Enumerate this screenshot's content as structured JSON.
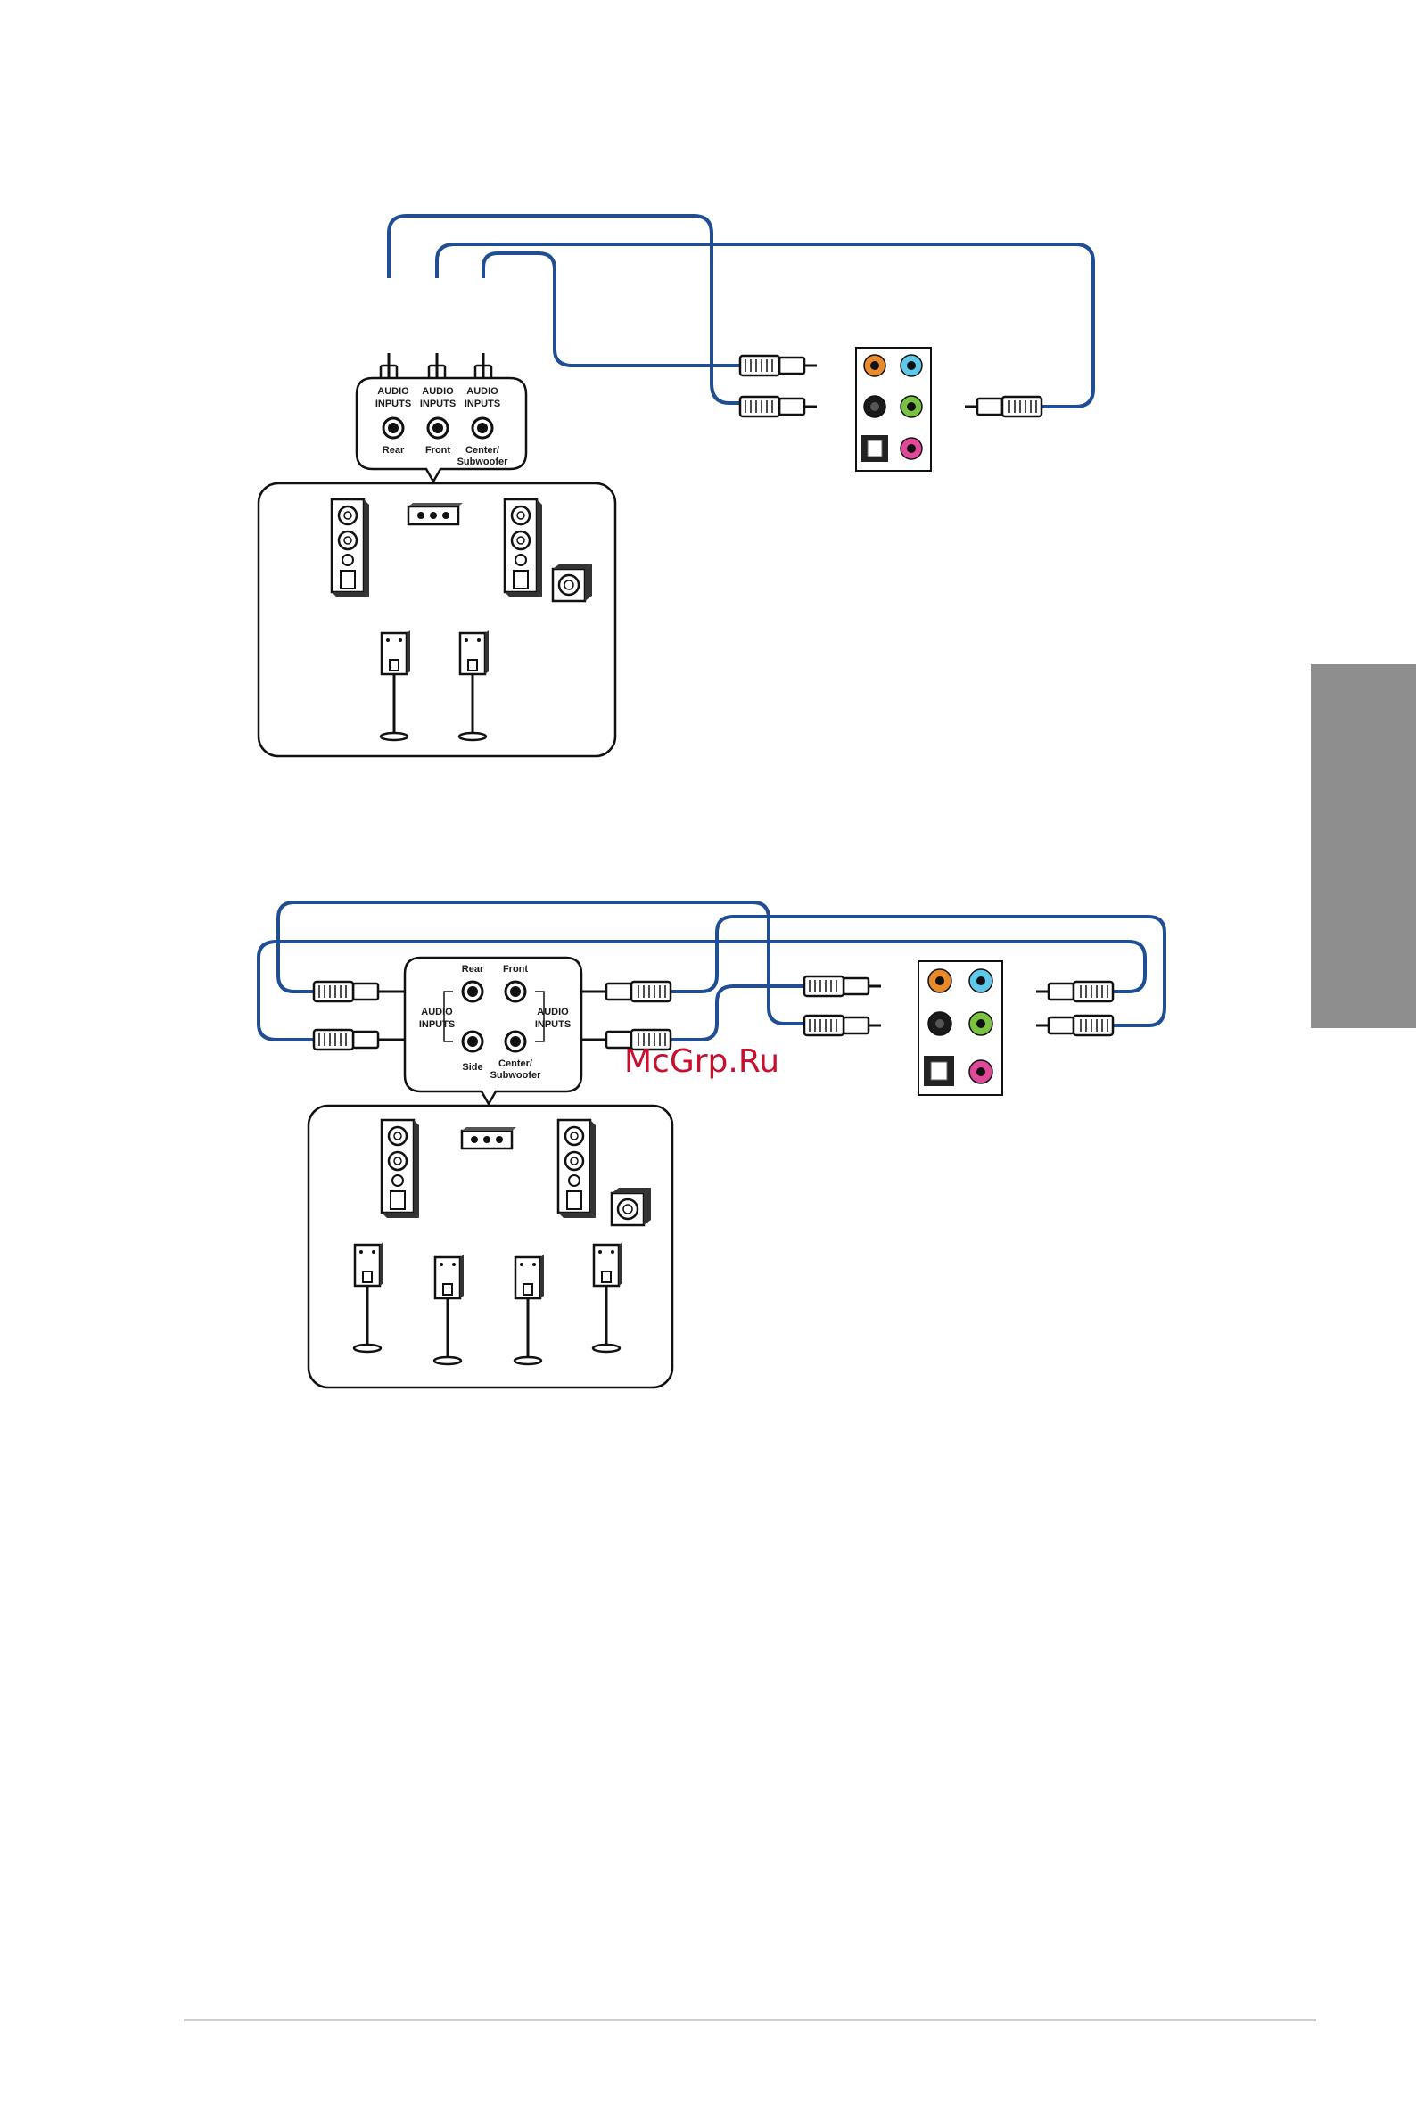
{
  "diagram_51": {
    "inputs": [
      {
        "line1": "AUDIO",
        "line2": "INPUTS",
        "name": "Rear"
      },
      {
        "line1": "AUDIO",
        "line2": "INPUTS",
        "name": "Front"
      },
      {
        "line1": "AUDIO",
        "line2": "INPUTS",
        "name": "Center/",
        "name2": "Subwoofer"
      }
    ]
  },
  "diagram_71": {
    "rear": "Rear",
    "front": "Front",
    "side": "Side",
    "center": "Center/",
    "subwoofer": "Subwoofer",
    "audio": "AUDIO",
    "inputs": "INPUTS"
  },
  "watermark": "McGrp.Ru",
  "colors": {
    "cable": "#1f4e93",
    "jack_orange": "#e98a2a",
    "jack_blue": "#5ec8e8",
    "jack_black": "#1a1a1a",
    "jack_green": "#7cc242",
    "jack_pink": "#e0489a",
    "sidetab": "#8e8e8e"
  }
}
